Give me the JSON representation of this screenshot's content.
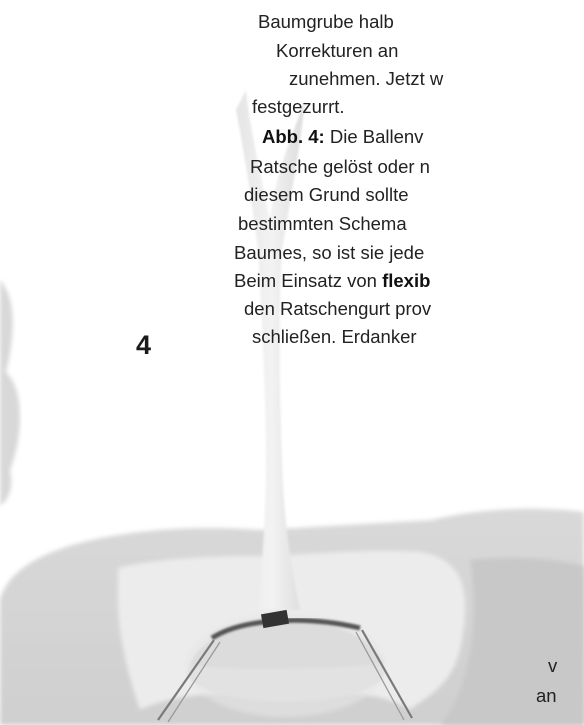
{
  "figure": {
    "number": "4"
  },
  "text_lines": [
    "Baumgrube halb",
    "Korrekturen an",
    "zunehmen. Jetzt w",
    "festgezurrt.",
    "Ratsche gelöst oder n",
    "diesem Grund sollte",
    "bestimmten Schema",
    "Baumes, so ist sie jede",
    "den Ratschengurt prov",
    "schließen. Erdanker",
    "v",
    "an"
  ],
  "caption": {
    "label": "Abb. 4:",
    "text": " Die Ballenv"
  },
  "flex_line": {
    "prefix": "Beim Einsatz von ",
    "bold": "flexib"
  }
}
